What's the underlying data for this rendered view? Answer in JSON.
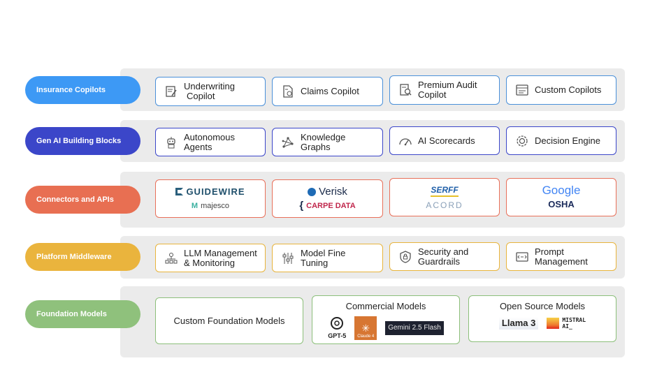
{
  "rows": [
    {
      "label": "Insurance Copilots",
      "color": "#3d99f5",
      "cards": [
        {
          "lines": [
            "Underwriting",
            "Copilot"
          ],
          "icon": "document-pen-icon"
        },
        {
          "lines": [
            "Claims Copilot"
          ],
          "icon": "claims-document-icon"
        },
        {
          "lines": [
            "Premium Audit",
            "Copilot"
          ],
          "icon": "audit-search-icon"
        },
        {
          "lines": [
            "Custom Copilots"
          ],
          "icon": "custom-panel-icon"
        }
      ]
    },
    {
      "label": "Gen AI Building Blocks",
      "color": "#3b46c9",
      "cards": [
        {
          "lines": [
            "Autonomous",
            "Agents"
          ],
          "icon": "robot-icon"
        },
        {
          "lines": [
            "Knowledge",
            "Graphs"
          ],
          "icon": "graph-network-icon"
        },
        {
          "lines": [
            "AI Scorecards"
          ],
          "icon": "gauge-icon"
        },
        {
          "lines": [
            "Decision Engine"
          ],
          "icon": "gear-brain-icon"
        }
      ]
    },
    {
      "label": "Connectors and APIs",
      "color": "#e86f52",
      "logo_pairs": [
        [
          "GUIDEWIRE",
          "majesco"
        ],
        [
          "Verisk",
          "CARPE DATA"
        ],
        [
          "SERFF",
          "ACORD"
        ],
        [
          "Google",
          "OSHA"
        ]
      ]
    },
    {
      "label": "Platform Middleware",
      "color": "#eab43d",
      "cards": [
        {
          "lines": [
            "LLM Management",
            "& Monitoring"
          ],
          "icon": "hierarchy-icon"
        },
        {
          "lines": [
            "Model Fine",
            "Tuning"
          ],
          "icon": "sliders-icon"
        },
        {
          "lines": [
            "Security and",
            "Guardrails"
          ],
          "icon": "shield-lock-icon"
        },
        {
          "lines": [
            "Prompt",
            "Management"
          ],
          "icon": "prompt-window-icon"
        }
      ]
    },
    {
      "label": "Foundation Models",
      "color": "#8fc17c"
    }
  ],
  "foundation": {
    "custom": "Custom Foundation Models",
    "commercial_title": "Commercial Models",
    "commercial_logos": [
      "GPT-5",
      "Claude 4",
      "Gemini 2.5 Flash"
    ],
    "open_title": "Open Source Models",
    "open_logos": [
      "Llama 3",
      "MISTRAL",
      "AI_"
    ]
  }
}
